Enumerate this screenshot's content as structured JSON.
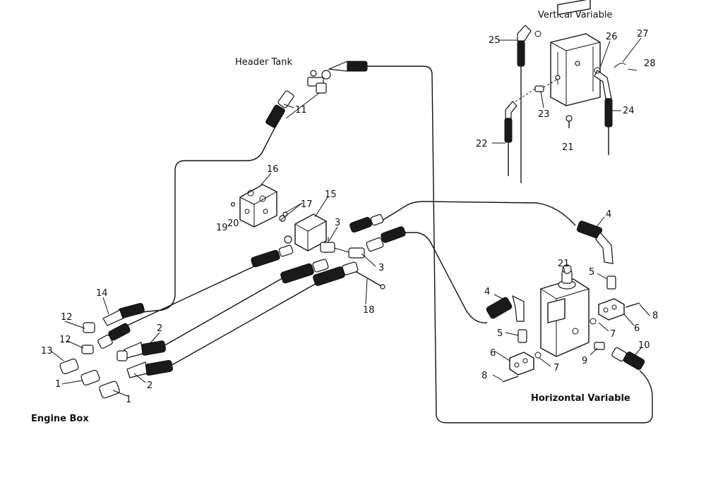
{
  "titles": {
    "vertical": "Vertical Variable",
    "header": "Header Tank",
    "engine": "Engine Box",
    "horizontal": "Horizontal Variable"
  },
  "callouts": {
    "n1a": "1",
    "n1b": "1",
    "n2a": "2",
    "n2b": "2",
    "n3a": "3",
    "n3b": "3",
    "n4a": "4",
    "n4b": "4",
    "n5a": "5",
    "n5b": "5",
    "n6a": "6",
    "n6b": "6",
    "n7a": "7",
    "n7b": "7",
    "n8a": "8",
    "n8b": "8",
    "n9": "9",
    "n10": "10",
    "n11": "11",
    "n12a": "12",
    "n12b": "12",
    "n13": "13",
    "n14": "14",
    "n15": "15",
    "n16": "16",
    "n17": "17",
    "n18": "18",
    "n19": "19",
    "n20": "20",
    "n21a": "21",
    "n21b": "21",
    "n22": "22",
    "n23": "23",
    "n24": "24",
    "n25": "25",
    "n26": "26",
    "n27": "27",
    "n28": "28"
  }
}
